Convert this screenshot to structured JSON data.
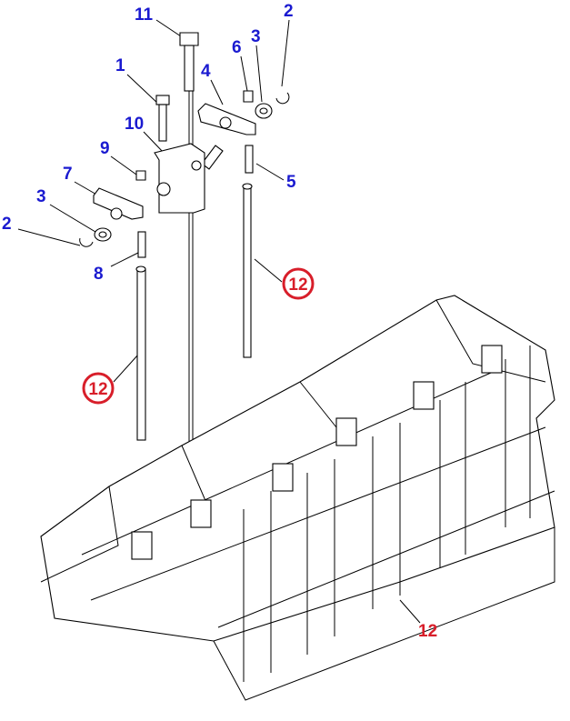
{
  "diagram": {
    "colors": {
      "callout": "#1a1ad0",
      "highlight": "#d81e2a",
      "line": "#000000"
    },
    "callouts": [
      {
        "id": "c11",
        "text": "11"
      },
      {
        "id": "c2a",
        "text": "2"
      },
      {
        "id": "c3a",
        "text": "3"
      },
      {
        "id": "c6",
        "text": "6"
      },
      {
        "id": "c1",
        "text": "1"
      },
      {
        "id": "c4",
        "text": "4"
      },
      {
        "id": "c10",
        "text": "10"
      },
      {
        "id": "c9",
        "text": "9"
      },
      {
        "id": "c5",
        "text": "5"
      },
      {
        "id": "c7",
        "text": "7"
      },
      {
        "id": "c3b",
        "text": "3"
      },
      {
        "id": "c2b",
        "text": "2"
      },
      {
        "id": "c8",
        "text": "8"
      }
    ],
    "highlighted": [
      {
        "id": "h12a",
        "text": "12"
      },
      {
        "id": "h12b",
        "text": "12"
      },
      {
        "id": "h12c",
        "text": "12"
      }
    ]
  }
}
